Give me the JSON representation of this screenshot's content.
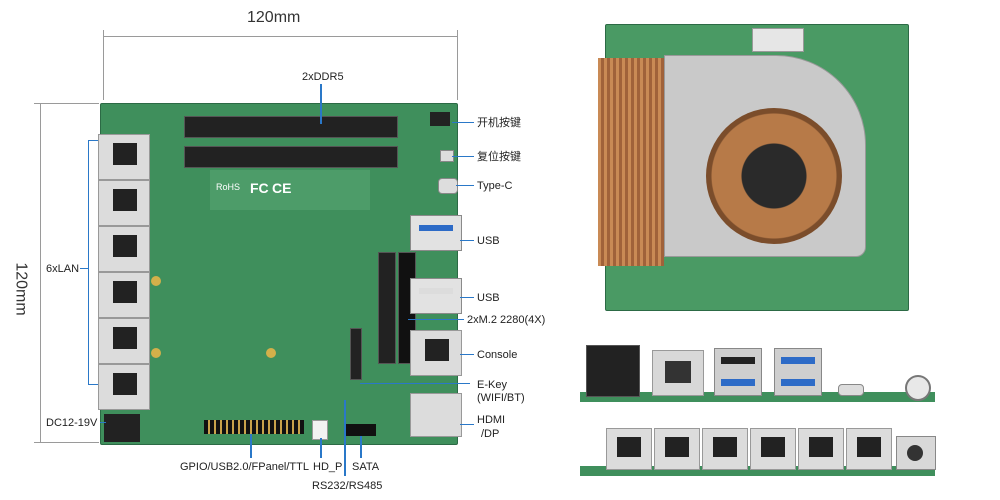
{
  "dimensions": {
    "width_label": "120mm",
    "height_label": "120mm"
  },
  "callouts": {
    "ddr": "2xDDR5",
    "power_btn": "开机按键",
    "reset_btn": "复位按键",
    "typec": "Type-C",
    "usb1": "USB",
    "usb2": "USB",
    "m2": "2xM.2 2280(4X)",
    "console": "Console",
    "ekey": "E-Key",
    "ekey_sub": "(WIFI/BT)",
    "hdmi": "HDMI",
    "hdmi_sub": "/DP",
    "lan": "6xLAN",
    "dc": "DC12-19V",
    "gpio": "GPIO/USB2.0/FPanel/TTL",
    "hdp": "HD_P",
    "sata": "SATA",
    "rs": "RS232/RS485"
  },
  "board_markings": {
    "rohs": "RoHS",
    "fcc": "FC",
    "ce": "CE"
  },
  "colors": {
    "pcb": "#3f8f5c",
    "callout_line": "#2a78c8",
    "copper": "#c98a55",
    "usb3_blue": "#2d6bc7"
  }
}
